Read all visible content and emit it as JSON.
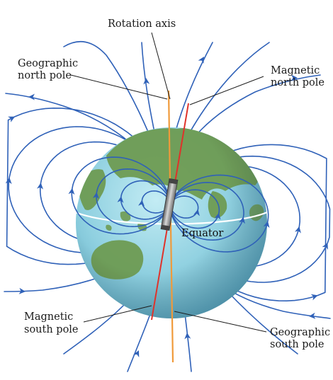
{
  "labels": {
    "rotation_axis": "Rotation axis",
    "geographic_north_line1": "Geographic",
    "geographic_north_line2": "north pole",
    "magnetic_north_line1": "Magnetic",
    "magnetic_north_line2": "north pole",
    "magnetic_south_line1": "Magnetic",
    "magnetic_south_line2": "south pole",
    "geographic_south_line1": "Geographic",
    "geographic_south_line2": "south pole",
    "equator": "Equator"
  },
  "colors": {
    "field_line": "#2f61b8",
    "ocean": "#8ed0e0",
    "land": "#6e9b52",
    "rotation_axis": "#f09a3a",
    "magnetic_axis": "#e0322a",
    "magnet": "#8a8a8a",
    "leader": "#1a1a1a"
  }
}
